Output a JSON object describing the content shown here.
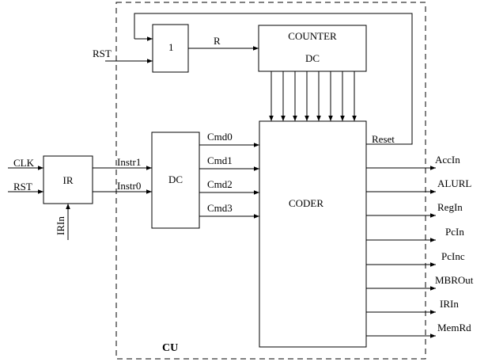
{
  "diagram": {
    "container_label": "CU",
    "blocks": {
      "ir": "IR",
      "or_gate": "1",
      "counter_title": "COUNTER",
      "counter_sub": "DC",
      "decoder": "DC",
      "coder": "CODER"
    },
    "external_inputs": {
      "clk": "CLK",
      "rst_ir": "RST",
      "irin_in": "IRIn",
      "rst_gate": "RST"
    },
    "signals": {
      "r": "R",
      "reset": "Reset",
      "instr": [
        "Instr1",
        "Instr0"
      ],
      "cmd": [
        "Cmd0",
        "Cmd1",
        "Cmd2",
        "Cmd3"
      ]
    },
    "outputs": [
      "AccIn",
      "ALURL",
      "RegIn",
      "PcIn",
      "PcInc",
      "MBROut",
      "IRIn",
      "MemRd"
    ]
  }
}
